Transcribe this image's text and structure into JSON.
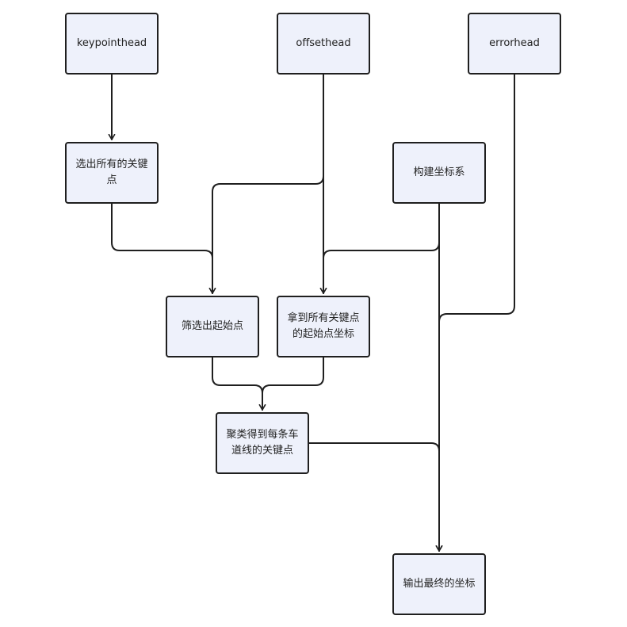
{
  "nodes": {
    "keypointhead": "keypointhead",
    "offsethead": "offsethead",
    "errorhead": "errorhead",
    "select_all_keypoints": "选出所有的关键点",
    "build_coordinate_system": "构建坐标系",
    "filter_start_points": "筛选出起始点",
    "get_start_point_coords": "拿到所有关键点的起始点坐标",
    "cluster_lane_keypoints": "聚类得到每条车道线的关键点",
    "output_final_coords": "输出最终的坐标"
  },
  "colors": {
    "node_fill": "#eef1fb",
    "node_border": "#1f1f1f",
    "edge": "#1f1f1f"
  }
}
